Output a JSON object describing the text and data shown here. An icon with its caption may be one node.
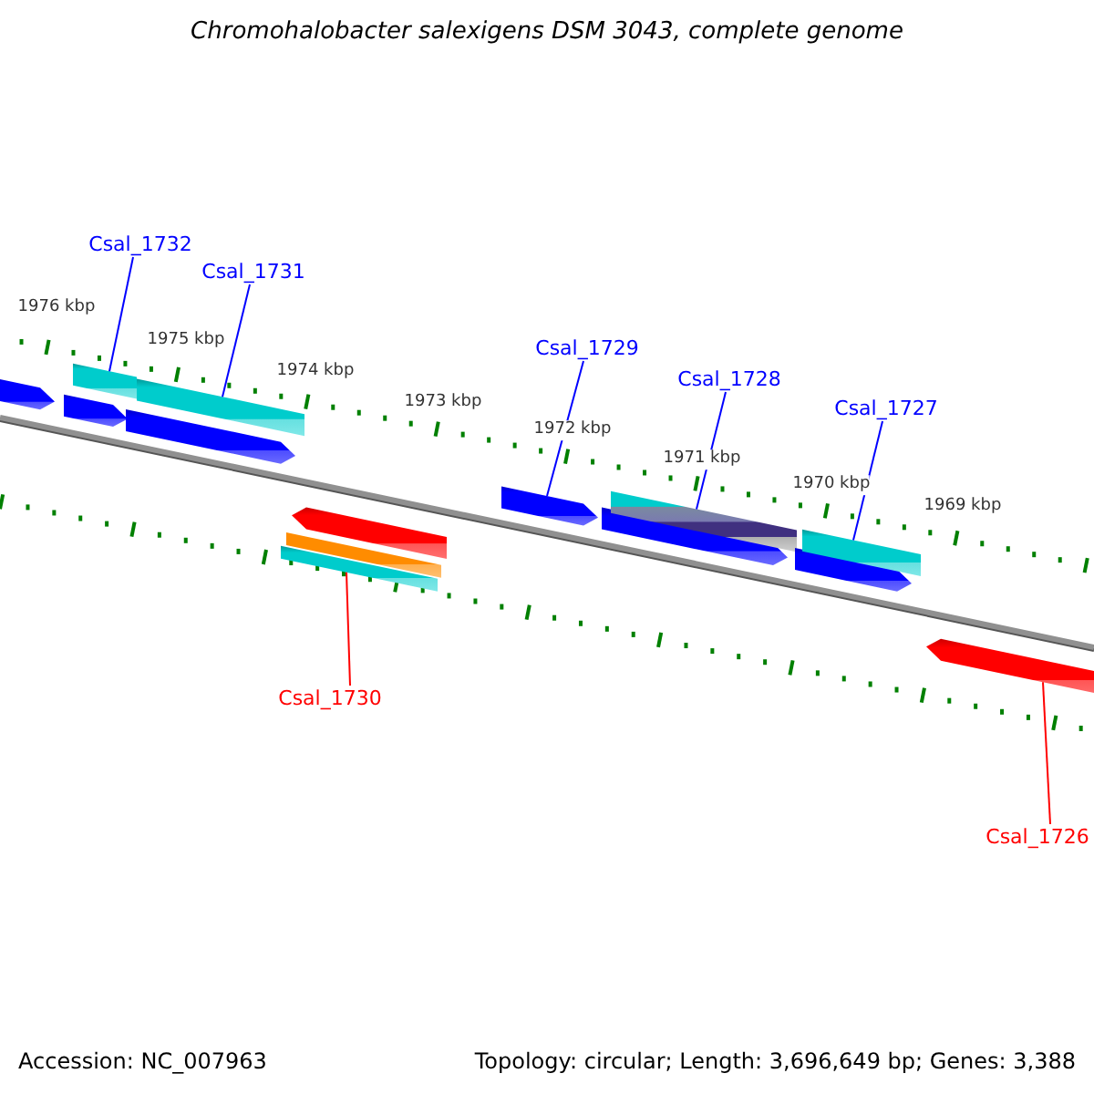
{
  "diagram": {
    "title": "Chromohalobacter salexigens DSM 3043, complete genome",
    "nodes": [
      {
        "text": [
          "Csal_1732"
        ]
      },
      {
        "text": [
          "Csal_1731"
        ]
      },
      {
        "text": [
          "Csal_1729"
        ]
      },
      {
        "text": [
          "Csal_1728"
        ]
      },
      {
        "text": [
          "Csal_1727"
        ]
      },
      {
        "text": [
          "Csal_1730"
        ]
      },
      {
        "text": [
          "Csal_1726"
        ]
      },
      {
        "text": [],
        "shape": "arrow"
      },
      {
        "text": [],
        "shape": "arrow"
      },
      {
        "text": [],
        "shape": "bar"
      },
      {
        "text": [],
        "shape": "arrow"
      },
      {
        "text": [],
        "shape": "bar"
      },
      {
        "text": [],
        "shape": "bar"
      },
      {
        "text": [],
        "shape": "bar"
      },
      {
        "text": [],
        "shape": "arrow"
      },
      {
        "text": [],
        "shape": "arrow"
      },
      {
        "text": [],
        "shape": "arrow"
      },
      {
        "text": [],
        "shape": "bar"
      },
      {
        "text": [],
        "shape": "arrow"
      },
      {
        "text": [],
        "shape": "bar"
      },
      {
        "text": [],
        "shape": "arrow"
      }
    ],
    "edges": [
      {
        "from": 0,
        "to": 9,
        "arrow": "none"
      },
      {
        "from": 1,
        "to": 11,
        "arrow": "none"
      },
      {
        "from": 2,
        "to": 15,
        "arrow": "none"
      },
      {
        "from": 3,
        "to": 17,
        "arrow": "none"
      },
      {
        "from": 4,
        "to": 19,
        "arrow": "none"
      },
      {
        "from": 5,
        "to": 12,
        "arrow": "none",
        "color": "#ff0000"
      },
      {
        "from": 6,
        "to": 20,
        "arrow": "none",
        "color": "#ff0000"
      }
    ],
    "labels": [
      "1976 kbp",
      "1975 kbp",
      "1974 kbp",
      "1973 kbp",
      "1972 kbp",
      "1971 kbp",
      "1970 kbp",
      "1969 kbp",
      "Accession: NC_007963",
      "Topology: circular; Length: 3,696,649 bp; Genes: 3,388"
    ]
  }
}
